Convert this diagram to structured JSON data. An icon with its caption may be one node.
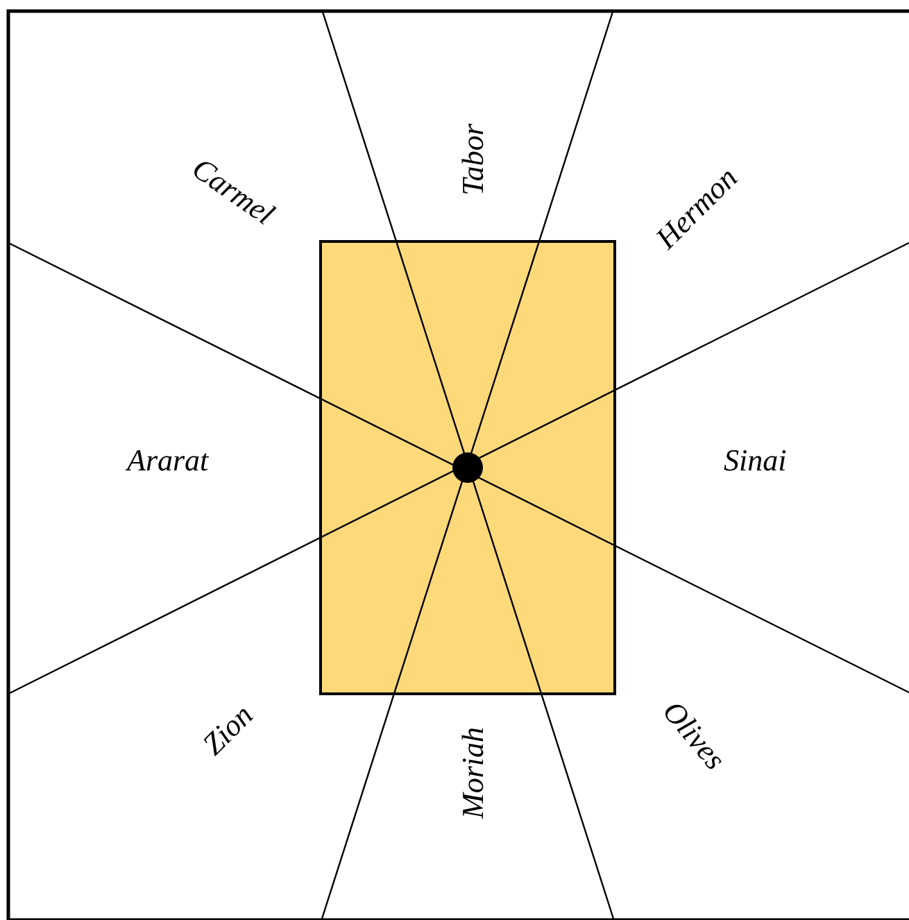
{
  "diagram": {
    "labels": [
      "Carmel",
      "Tabor",
      "Hermon",
      "Ararat",
      "Sinai",
      "Zion",
      "Moriah",
      "Olives"
    ]
  }
}
